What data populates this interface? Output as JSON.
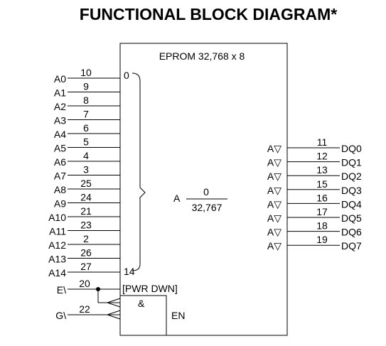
{
  "title": "FUNCTIONAL BLOCK DIAGRAM*",
  "block_label": "EPROM 32,768 x 8",
  "bus_start": "0",
  "bus_end": "14",
  "array_label": "A",
  "range_top": "0",
  "range_bottom": "32,767",
  "pwr_dwn_label": "[PWR DWN]",
  "and_label": "&",
  "en_label": "EN",
  "address_inputs": [
    {
      "name": "A0",
      "pin": "10"
    },
    {
      "name": "A1",
      "pin": "9"
    },
    {
      "name": "A2",
      "pin": "8"
    },
    {
      "name": "A3",
      "pin": "7"
    },
    {
      "name": "A4",
      "pin": "6"
    },
    {
      "name": "A5",
      "pin": "5"
    },
    {
      "name": "A6",
      "pin": "4"
    },
    {
      "name": "A7",
      "pin": "3"
    },
    {
      "name": "A8",
      "pin": "25"
    },
    {
      "name": "A9",
      "pin": "24"
    },
    {
      "name": "A10",
      "pin": "21"
    },
    {
      "name": "A11",
      "pin": "23"
    },
    {
      "name": "A12",
      "pin": "2"
    },
    {
      "name": "A13",
      "pin": "26"
    },
    {
      "name": "A14",
      "pin": "27"
    }
  ],
  "control_inputs": [
    {
      "name": "E\\",
      "pin": "20"
    },
    {
      "name": "G\\",
      "pin": "22"
    }
  ],
  "data_outputs": [
    {
      "driver": "A▽",
      "name": "DQ0",
      "pin": "11"
    },
    {
      "driver": "A▽",
      "name": "DQ1",
      "pin": "12"
    },
    {
      "driver": "A▽",
      "name": "DQ2",
      "pin": "13"
    },
    {
      "driver": "A▽",
      "name": "DQ3",
      "pin": "15"
    },
    {
      "driver": "A▽",
      "name": "DQ4",
      "pin": "16"
    },
    {
      "driver": "A▽",
      "name": "DQ5",
      "pin": "17"
    },
    {
      "driver": "A▽",
      "name": "DQ6",
      "pin": "18"
    },
    {
      "driver": "A▽",
      "name": "DQ7",
      "pin": "19"
    }
  ]
}
